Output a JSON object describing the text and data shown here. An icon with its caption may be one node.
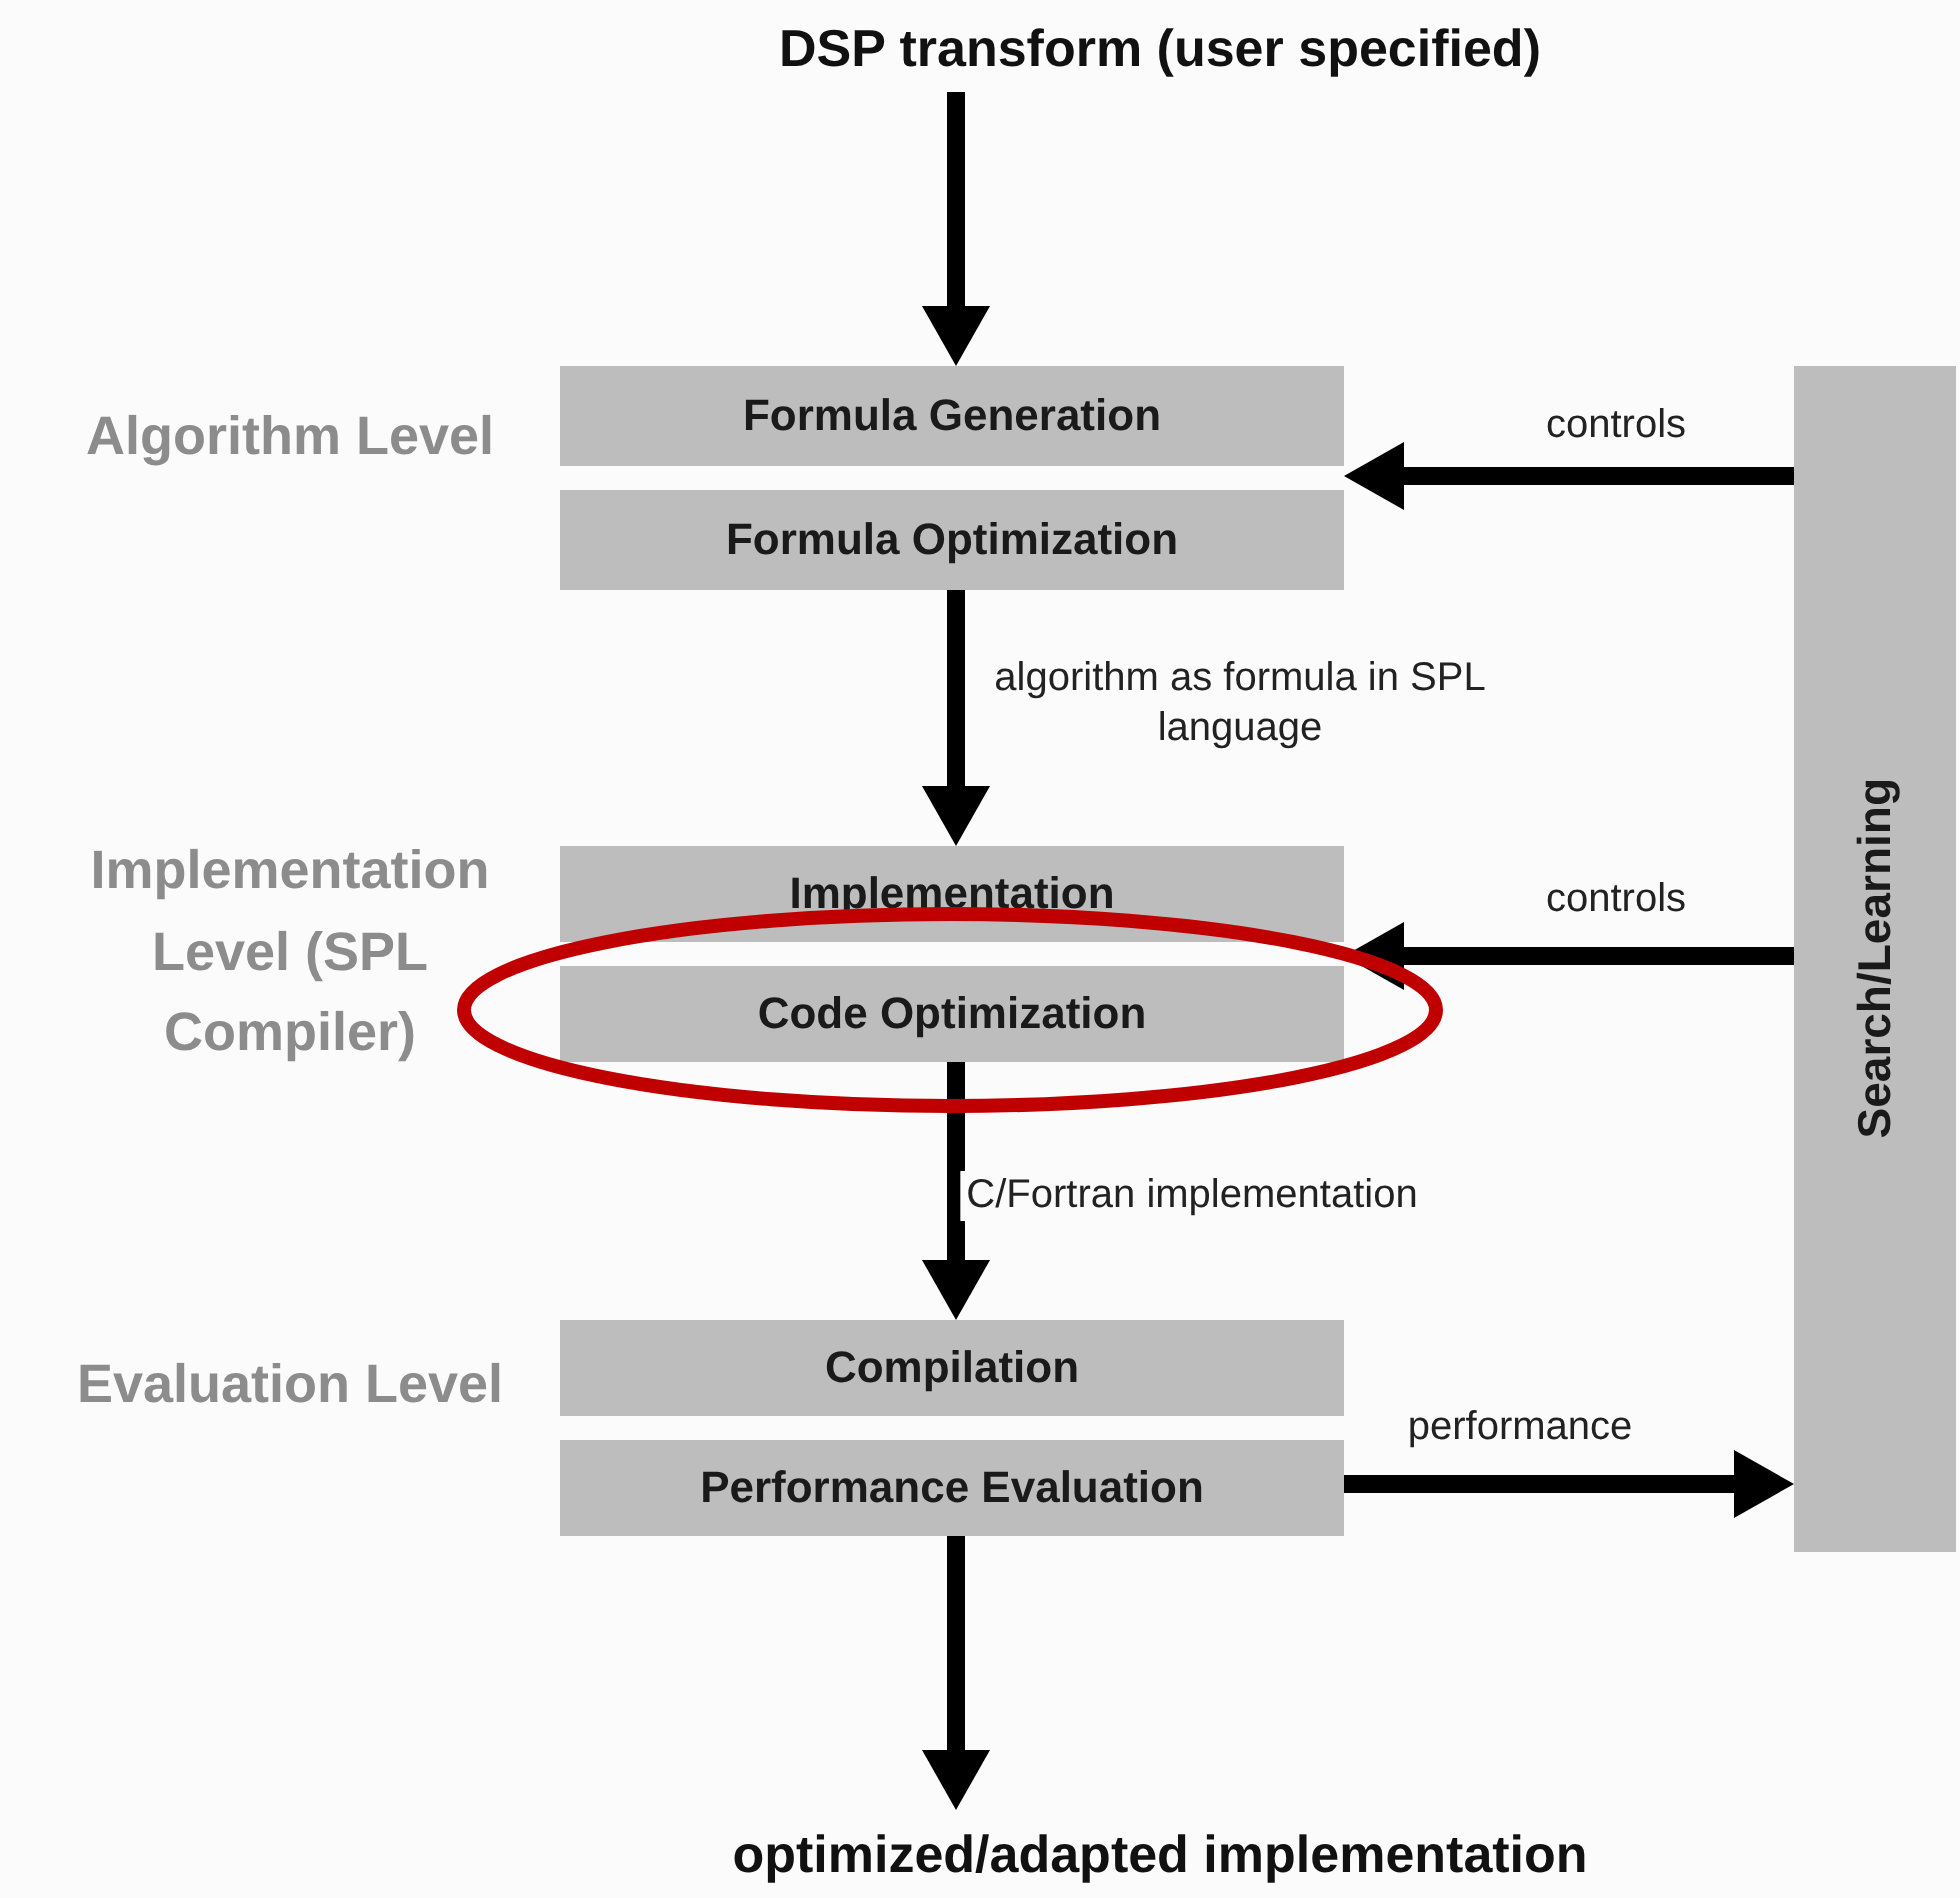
{
  "diagram": {
    "nodes": [
      {
        "text": [
          "DSP transform (user specified)"
        ]
      },
      {
        "text": [
          "Formula Generation"
        ]
      },
      {
        "text": [
          "Formula Optimization"
        ]
      },
      {
        "text": [
          "Implementation"
        ]
      },
      {
        "text": [
          "Code Optimization"
        ]
      },
      {
        "text": [
          "Compilation"
        ]
      },
      {
        "text": [
          "Performance Evaluation"
        ]
      },
      {
        "text": [
          "Search/Learning"
        ]
      },
      {
        "text": [
          "optimized/adapted implementation"
        ]
      }
    ],
    "edges": [
      {
        "from": 0,
        "to": 1,
        "arrow": "to"
      },
      {
        "from": 7,
        "to": 1,
        "arrow": "to",
        "label": "controls"
      },
      {
        "from": 2,
        "to": 3,
        "arrow": "to",
        "label": "algorithm as formula in SPL language"
      },
      {
        "from": 7,
        "to": 3,
        "arrow": "to",
        "label": "controls"
      },
      {
        "from": 4,
        "to": 5,
        "arrow": "to",
        "label": "C/Fortran implementation"
      },
      {
        "from": 6,
        "to": 7,
        "arrow": "to",
        "label": "performance"
      },
      {
        "from": 6,
        "to": 8,
        "arrow": "to"
      }
    ],
    "labels": [
      "Algorithm Level",
      "Implementation Level (SPL Compiler)",
      "Evaluation Level"
    ]
  }
}
